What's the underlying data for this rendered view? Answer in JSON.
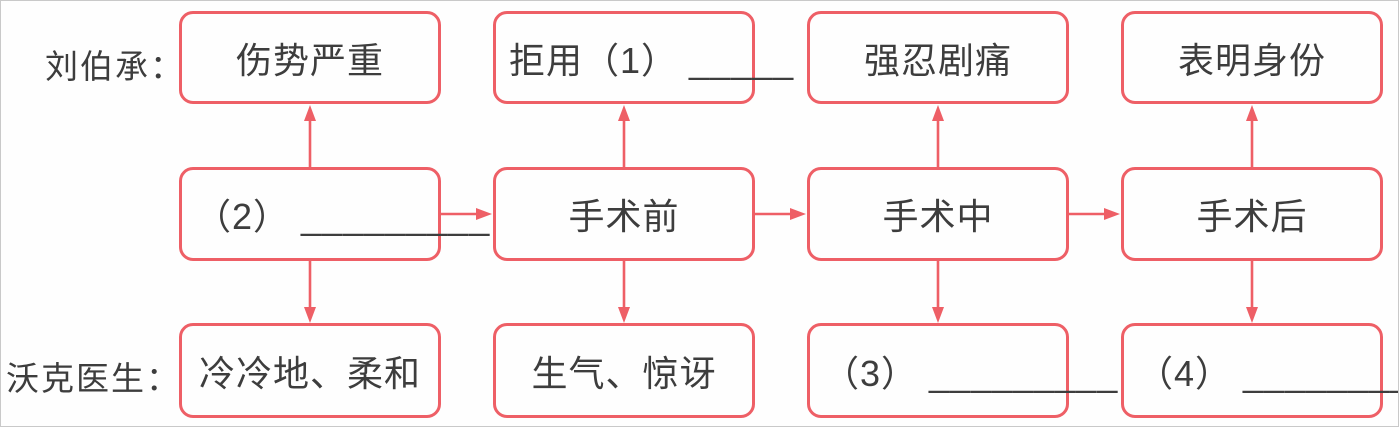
{
  "colors": {
    "accent": "#ee5f66",
    "text": "#3d3d3d",
    "background": "#fefefe"
  },
  "labels": {
    "liu": "刘伯承：",
    "walker": "沃克医生："
  },
  "top_row": {
    "boxes": [
      "伤势严重",
      "拒用（1） _____",
      "强忍剧痛",
      "表明身份"
    ]
  },
  "middle_row": {
    "boxes": [
      "（2） _________",
      "手术前",
      "手术中",
      "手术后"
    ]
  },
  "bottom_row": {
    "boxes": [
      "冷冷地、柔和",
      "生气、惊讶",
      "（3） _________",
      "（4） _________"
    ]
  }
}
